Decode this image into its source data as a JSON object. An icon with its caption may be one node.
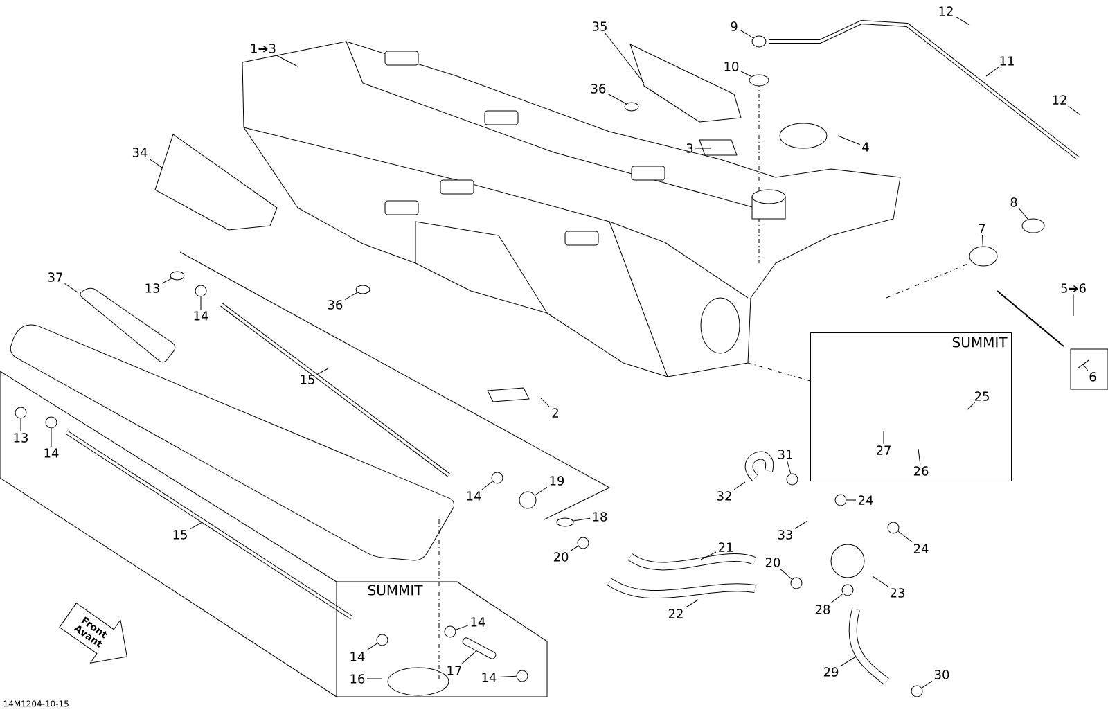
{
  "diagram": {
    "nodes": [
      {
        "text": [
          "1➔3"
        ]
      },
      {
        "text": [
          "35"
        ]
      },
      {
        "text": [
          "9"
        ]
      },
      {
        "text": [
          "12"
        ]
      },
      {
        "text": [
          "10"
        ]
      },
      {
        "text": [
          "11"
        ]
      },
      {
        "text": [
          "36"
        ]
      },
      {
        "text": [
          "12"
        ]
      },
      {
        "text": [
          "3"
        ]
      },
      {
        "text": [
          "4"
        ]
      },
      {
        "text": [
          "34"
        ]
      },
      {
        "text": [
          "8"
        ]
      },
      {
        "text": [
          "7"
        ]
      },
      {
        "text": [
          "5➔6"
        ]
      },
      {
        "text": [
          "37"
        ]
      },
      {
        "text": [
          "13"
        ]
      },
      {
        "text": [
          "14"
        ]
      },
      {
        "text": [
          "36"
        ]
      },
      {
        "text": [
          "6"
        ]
      },
      {
        "text": [
          "15"
        ]
      },
      {
        "text": [
          "2"
        ]
      },
      {
        "text": [
          "SUMMIT"
        ]
      },
      {
        "text": [
          "25"
        ],
        "in": 21
      },
      {
        "text": [
          "27"
        ],
        "in": 21
      },
      {
        "text": [
          "26"
        ],
        "in": 21
      },
      {
        "text": [
          "13"
        ]
      },
      {
        "text": [
          "14"
        ]
      },
      {
        "text": [
          "31"
        ]
      },
      {
        "text": [
          "32"
        ]
      },
      {
        "text": [
          "14"
        ]
      },
      {
        "text": [
          "19"
        ]
      },
      {
        "text": [
          "24"
        ]
      },
      {
        "text": [
          "18"
        ]
      },
      {
        "text": [
          "33"
        ]
      },
      {
        "text": [
          "21"
        ]
      },
      {
        "text": [
          "24"
        ]
      },
      {
        "text": [
          "15"
        ]
      },
      {
        "text": [
          "20"
        ]
      },
      {
        "text": [
          "20"
        ]
      },
      {
        "text": [
          "23"
        ]
      },
      {
        "text": [
          "22"
        ]
      },
      {
        "text": [
          "28"
        ]
      },
      {
        "text": [
          "SUMMIT"
        ]
      },
      {
        "text": [
          "14"
        ],
        "in": 42
      },
      {
        "text": [
          "Front Avant"
        ]
      },
      {
        "text": [
          "14"
        ],
        "in": 42
      },
      {
        "text": [
          "17"
        ],
        "in": 42
      },
      {
        "text": [
          "29"
        ]
      },
      {
        "text": [
          "14"
        ],
        "in": 42
      },
      {
        "text": [
          "30"
        ]
      },
      {
        "text": [
          "16"
        ],
        "in": 42
      },
      {
        "text": [],
        "shape": "circle"
      },
      {
        "text": [],
        "shape": "circle"
      },
      {
        "text": [],
        "shape": "circle"
      },
      {
        "text": [],
        "shape": "circle"
      },
      {
        "text": [],
        "shape": "circle"
      },
      {
        "text": [],
        "shape": "circle",
        "in": 42
      },
      {
        "text": [],
        "shape": "circle",
        "in": 42
      },
      {
        "text": [],
        "shape": "circle"
      },
      {
        "text": [],
        "shape": "circle",
        "in": 42
      },
      {
        "text": [],
        "shape": "circle"
      },
      {
        "text": [],
        "shape": "circle"
      },
      {
        "text": [],
        "shape": "circle"
      },
      {
        "text": [],
        "shape": "circle"
      },
      {
        "text": [],
        "shape": "circle"
      },
      {
        "text": [],
        "shape": "circle"
      },
      {
        "text": [],
        "shape": "circle"
      },
      {
        "text": [],
        "shape": "circle"
      },
      {
        "text": [],
        "shape": "circle"
      },
      {
        "text": [],
        "shape": "circle"
      },
      {
        "text": [],
        "shape": "circle"
      },
      {
        "text": [],
        "shape": "circle"
      },
      {
        "text": [],
        "shape": "circle"
      },
      {
        "text": [],
        "shape": "circle"
      },
      {
        "text": [],
        "shape": "bar",
        "in": 42
      }
    ],
    "edges": [
      {
        "from": 0,
        "to": null,
        "arrow": "none"
      },
      {
        "from": 1,
        "to": null,
        "arrow": "none"
      },
      {
        "from": 2,
        "to": 64,
        "arrow": "none"
      },
      {
        "from": 3,
        "to": null,
        "arrow": "none"
      },
      {
        "from": 4,
        "to": 65,
        "arrow": "none"
      },
      {
        "from": 5,
        "to": null,
        "arrow": "none"
      },
      {
        "from": 6,
        "to": 63,
        "arrow": "none"
      },
      {
        "from": 7,
        "to": null,
        "arrow": "none"
      },
      {
        "from": 8,
        "to": null,
        "arrow": "none"
      },
      {
        "from": 9,
        "to": null,
        "arrow": "none"
      },
      {
        "from": 10,
        "to": null,
        "arrow": "none"
      },
      {
        "from": 11,
        "to": 73,
        "arrow": "none"
      },
      {
        "from": 12,
        "to": 72,
        "arrow": "none"
      },
      {
        "from": 13,
        "to": null,
        "arrow": "none"
      },
      {
        "from": 14,
        "to": null,
        "arrow": "none"
      },
      {
        "from": 15,
        "to": 53,
        "arrow": "none"
      },
      {
        "from": 16,
        "to": 54,
        "arrow": "none"
      },
      {
        "from": 17,
        "to": 55,
        "arrow": "none"
      },
      {
        "from": 18,
        "to": null,
        "arrow": "none"
      },
      {
        "from": 19,
        "to": null,
        "arrow": "none"
      },
      {
        "from": 20,
        "to": null,
        "arrow": "none"
      },
      {
        "from": 22,
        "to": null,
        "arrow": "none"
      },
      {
        "from": 23,
        "to": null,
        "arrow": "none"
      },
      {
        "from": 24,
        "to": null,
        "arrow": "none"
      },
      {
        "from": 25,
        "to": 51,
        "arrow": "none"
      },
      {
        "from": 26,
        "to": 52,
        "arrow": "none"
      },
      {
        "from": 27,
        "to": 66,
        "arrow": "none"
      },
      {
        "from": 28,
        "to": null,
        "arrow": "none"
      },
      {
        "from": 29,
        "to": 58,
        "arrow": "none"
      },
      {
        "from": 30,
        "to": 60,
        "arrow": "none"
      },
      {
        "from": 31,
        "to": 68,
        "arrow": "none"
      },
      {
        "from": 32,
        "to": 61,
        "arrow": "none"
      },
      {
        "from": 33,
        "to": null,
        "arrow": "none"
      },
      {
        "from": 34,
        "to": null,
        "arrow": "none"
      },
      {
        "from": 35,
        "to": 70,
        "arrow": "none"
      },
      {
        "from": 36,
        "to": null,
        "arrow": "none"
      },
      {
        "from": 37,
        "to": 62,
        "arrow": "none"
      },
      {
        "from": 38,
        "to": 67,
        "arrow": "none"
      },
      {
        "from": 39,
        "to": null,
        "arrow": "none"
      },
      {
        "from": 40,
        "to": null,
        "arrow": "none"
      },
      {
        "from": 41,
        "to": 69,
        "arrow": "none"
      },
      {
        "from": 43,
        "to": 57,
        "arrow": "none"
      },
      {
        "from": 45,
        "to": 56,
        "arrow": "none"
      },
      {
        "from": 46,
        "to": 74,
        "arrow": "none"
      },
      {
        "from": 47,
        "to": null,
        "arrow": "none"
      },
      {
        "from": 48,
        "to": 59,
        "arrow": "none"
      },
      {
        "from": 49,
        "to": 71,
        "arrow": "none"
      },
      {
        "from": 50,
        "to": null,
        "arrow": "none"
      }
    ],
    "labels": [
      "14M1204-10-15"
    ]
  }
}
